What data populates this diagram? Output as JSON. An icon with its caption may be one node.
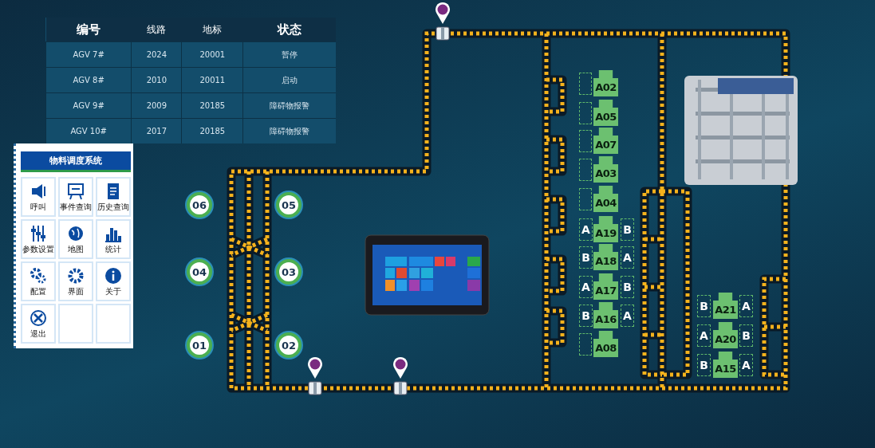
{
  "diagram": {
    "nodes": [
      {
        "text": [
          "06"
        ]
      },
      {
        "text": [
          "05"
        ]
      },
      {
        "text": [
          "04"
        ]
      },
      {
        "text": [
          "03"
        ]
      },
      {
        "text": [
          "01"
        ]
      },
      {
        "text": [
          "02"
        ]
      },
      {
        "text": [],
        "shape": "box"
      },
      {
        "text": [
          "A02"
        ]
      },
      {
        "text": [],
        "shape": "box"
      },
      {
        "text": [
          "A05"
        ]
      },
      {
        "text": [],
        "shape": "box"
      },
      {
        "text": [
          "A07"
        ]
      },
      {
        "text": [],
        "shape": "box"
      },
      {
        "text": [
          "A03"
        ]
      },
      {
        "text": [],
        "shape": "box"
      },
      {
        "text": [
          "A04"
        ]
      },
      {
        "text": [
          "A"
        ]
      },
      {
        "text": [
          "A19"
        ]
      },
      {
        "text": [
          "B"
        ]
      },
      {
        "text": [
          "B"
        ]
      },
      {
        "text": [
          "A18"
        ]
      },
      {
        "text": [
          "A"
        ]
      },
      {
        "text": [
          "A"
        ]
      },
      {
        "text": [
          "A17"
        ]
      },
      {
        "text": [
          "B"
        ]
      },
      {
        "text": [
          "B"
        ]
      },
      {
        "text": [
          "A16"
        ]
      },
      {
        "text": [
          "A"
        ]
      },
      {
        "text": [],
        "shape": "box"
      },
      {
        "text": [
          "A08"
        ]
      },
      {
        "text": [
          "B"
        ]
      },
      {
        "text": [
          "A21"
        ]
      },
      {
        "text": [
          "A"
        ]
      },
      {
        "text": [
          "A"
        ]
      },
      {
        "text": [
          "A20"
        ]
      },
      {
        "text": [
          "B"
        ]
      },
      {
        "text": [
          "B"
        ]
      },
      {
        "text": [
          "A15"
        ]
      },
      {
        "text": [
          "A"
        ]
      }
    ],
    "labels": [
      "编号",
      "线路",
      "地标",
      "状态",
      "AGV 7#",
      "2024",
      "20001",
      "暂停",
      "AGV 8#",
      "2010",
      "20011",
      "启动",
      "AGV 9#",
      "2009",
      "20185",
      "障碍物报警",
      "AGV 10#",
      "2017",
      "20185",
      "障碍物报警",
      "物料调度系统",
      "呼叫",
      "事件查询",
      "历史查询",
      "参数设置",
      "地图",
      "统计",
      "配置",
      "界面",
      "关于",
      "退出"
    ]
  }
}
